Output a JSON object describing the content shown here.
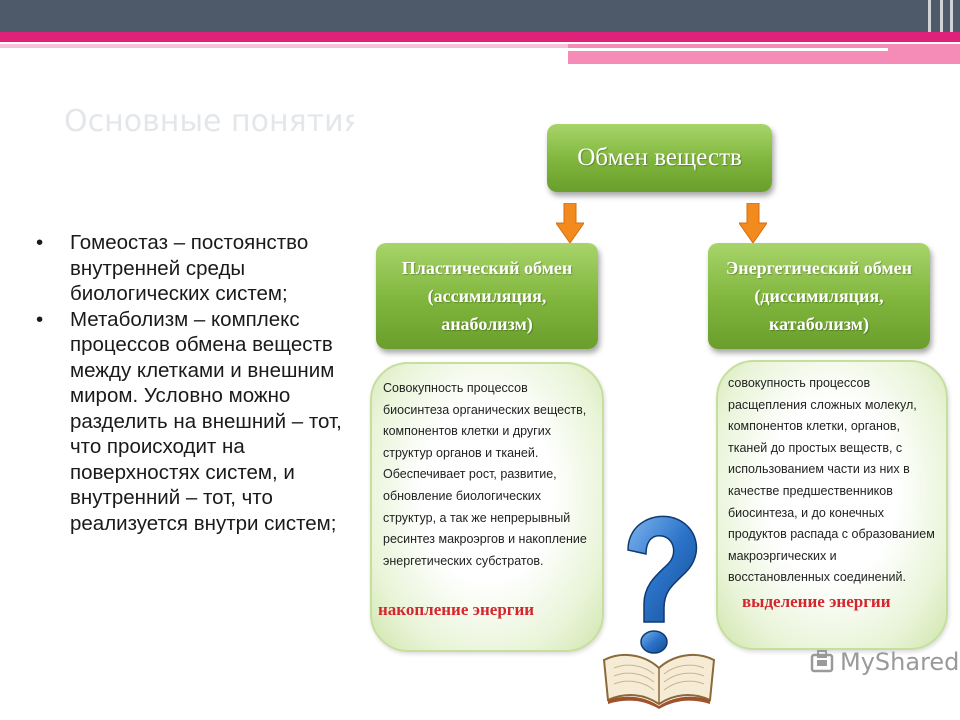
{
  "slide": {
    "title": "Основные понятия"
  },
  "bullets": [
    {
      "text": "Гомеостаз – постоянство внутренней среды биологических систем;"
    },
    {
      "text": "Метаболизм – комплекс процессов обмена веществ между клетками и внешним миром. Условно можно разделить на внешний – тот, что происходит на поверхностях систем, и внутренний – тот, что реализуется внутри систем;"
    }
  ],
  "diagram": {
    "root": "Обмен веществ",
    "left": {
      "title_line1": "Пластический обмен",
      "title_line2": "(ассимиляция,",
      "title_line3": "анаболизм)",
      "description": "Совокупность процессов биосинтеза органических веществ, компонентов клетки и других структур органов и тканей. Обеспечивает рост, развитие, обновление биологических структур, а так же непрерывный ресинтез макроэргов и накопление энергетических субстратов.",
      "result": "накопление энергии"
    },
    "right": {
      "title_line1": "Энергетический обмен",
      "title_line2": "(диссимиляция,",
      "title_line3": "катаболизм)",
      "description": "совокупность процессов расщепления сложных молекул, компонентов клетки, органов, тканей до простых веществ, с использованием части из них в качестве предшественников биосинтеза, и до конечных продуктов распада с образованием макроэргических и восстановленных соединений.",
      "result": "выделение энергии"
    }
  },
  "watermark": {
    "text": "MyShared",
    "icon": "myshared-logo-icon"
  },
  "colors": {
    "topbar": "#4e5a69",
    "accent_pink": "#e0217a",
    "box_green": "#7fb53c",
    "arrow_orange": "#f28a1e",
    "result_red": "#d4262e",
    "question_blue": "#2a73c9"
  }
}
